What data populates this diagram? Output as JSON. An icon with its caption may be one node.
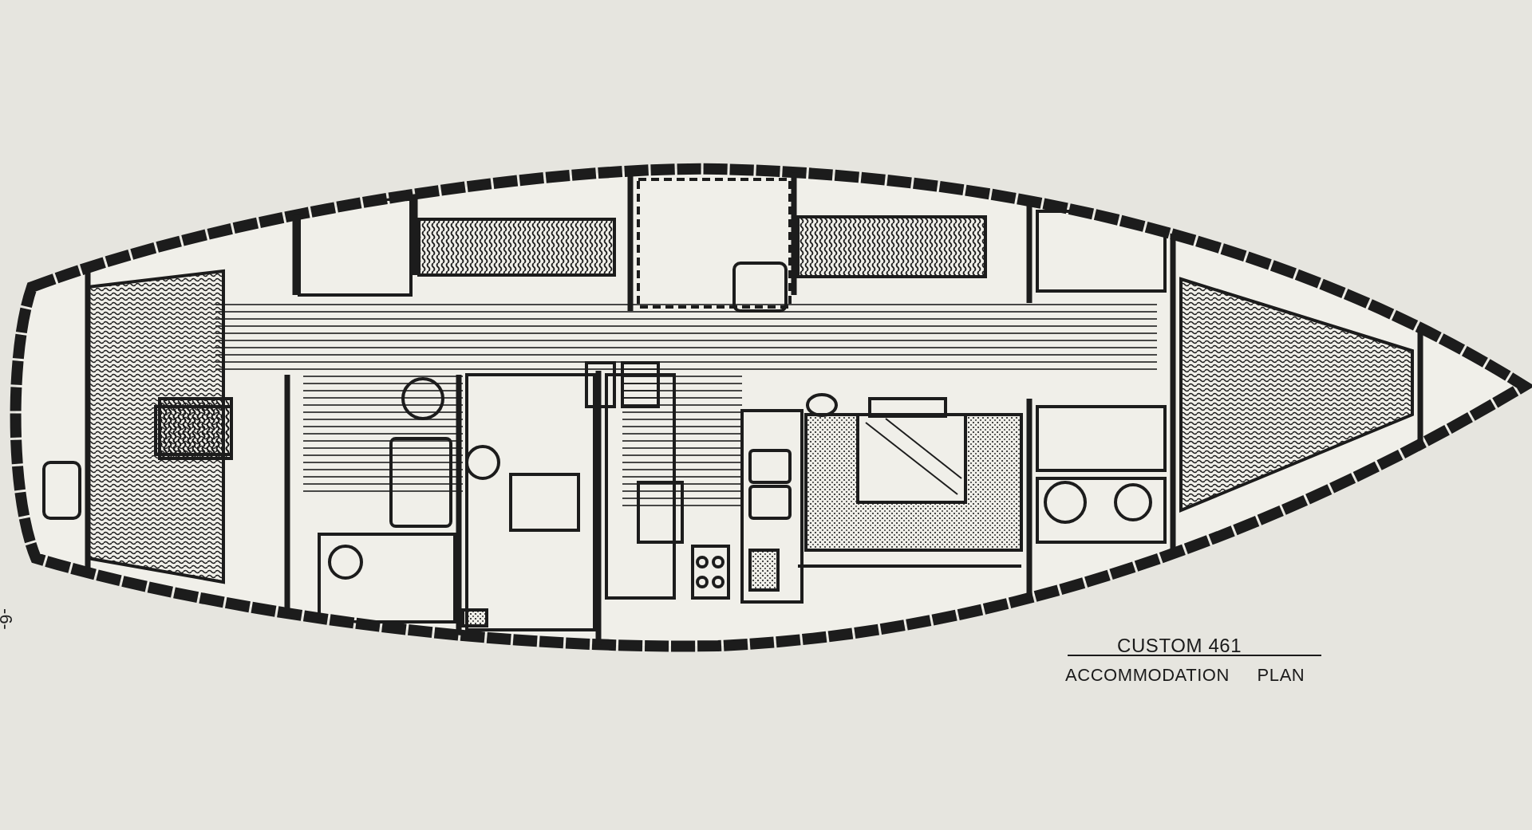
{
  "diagram": {
    "labels": [
      "CUSTOM 461",
      "ACCOMMODATION PLAN",
      "-6-"
    ]
  }
}
